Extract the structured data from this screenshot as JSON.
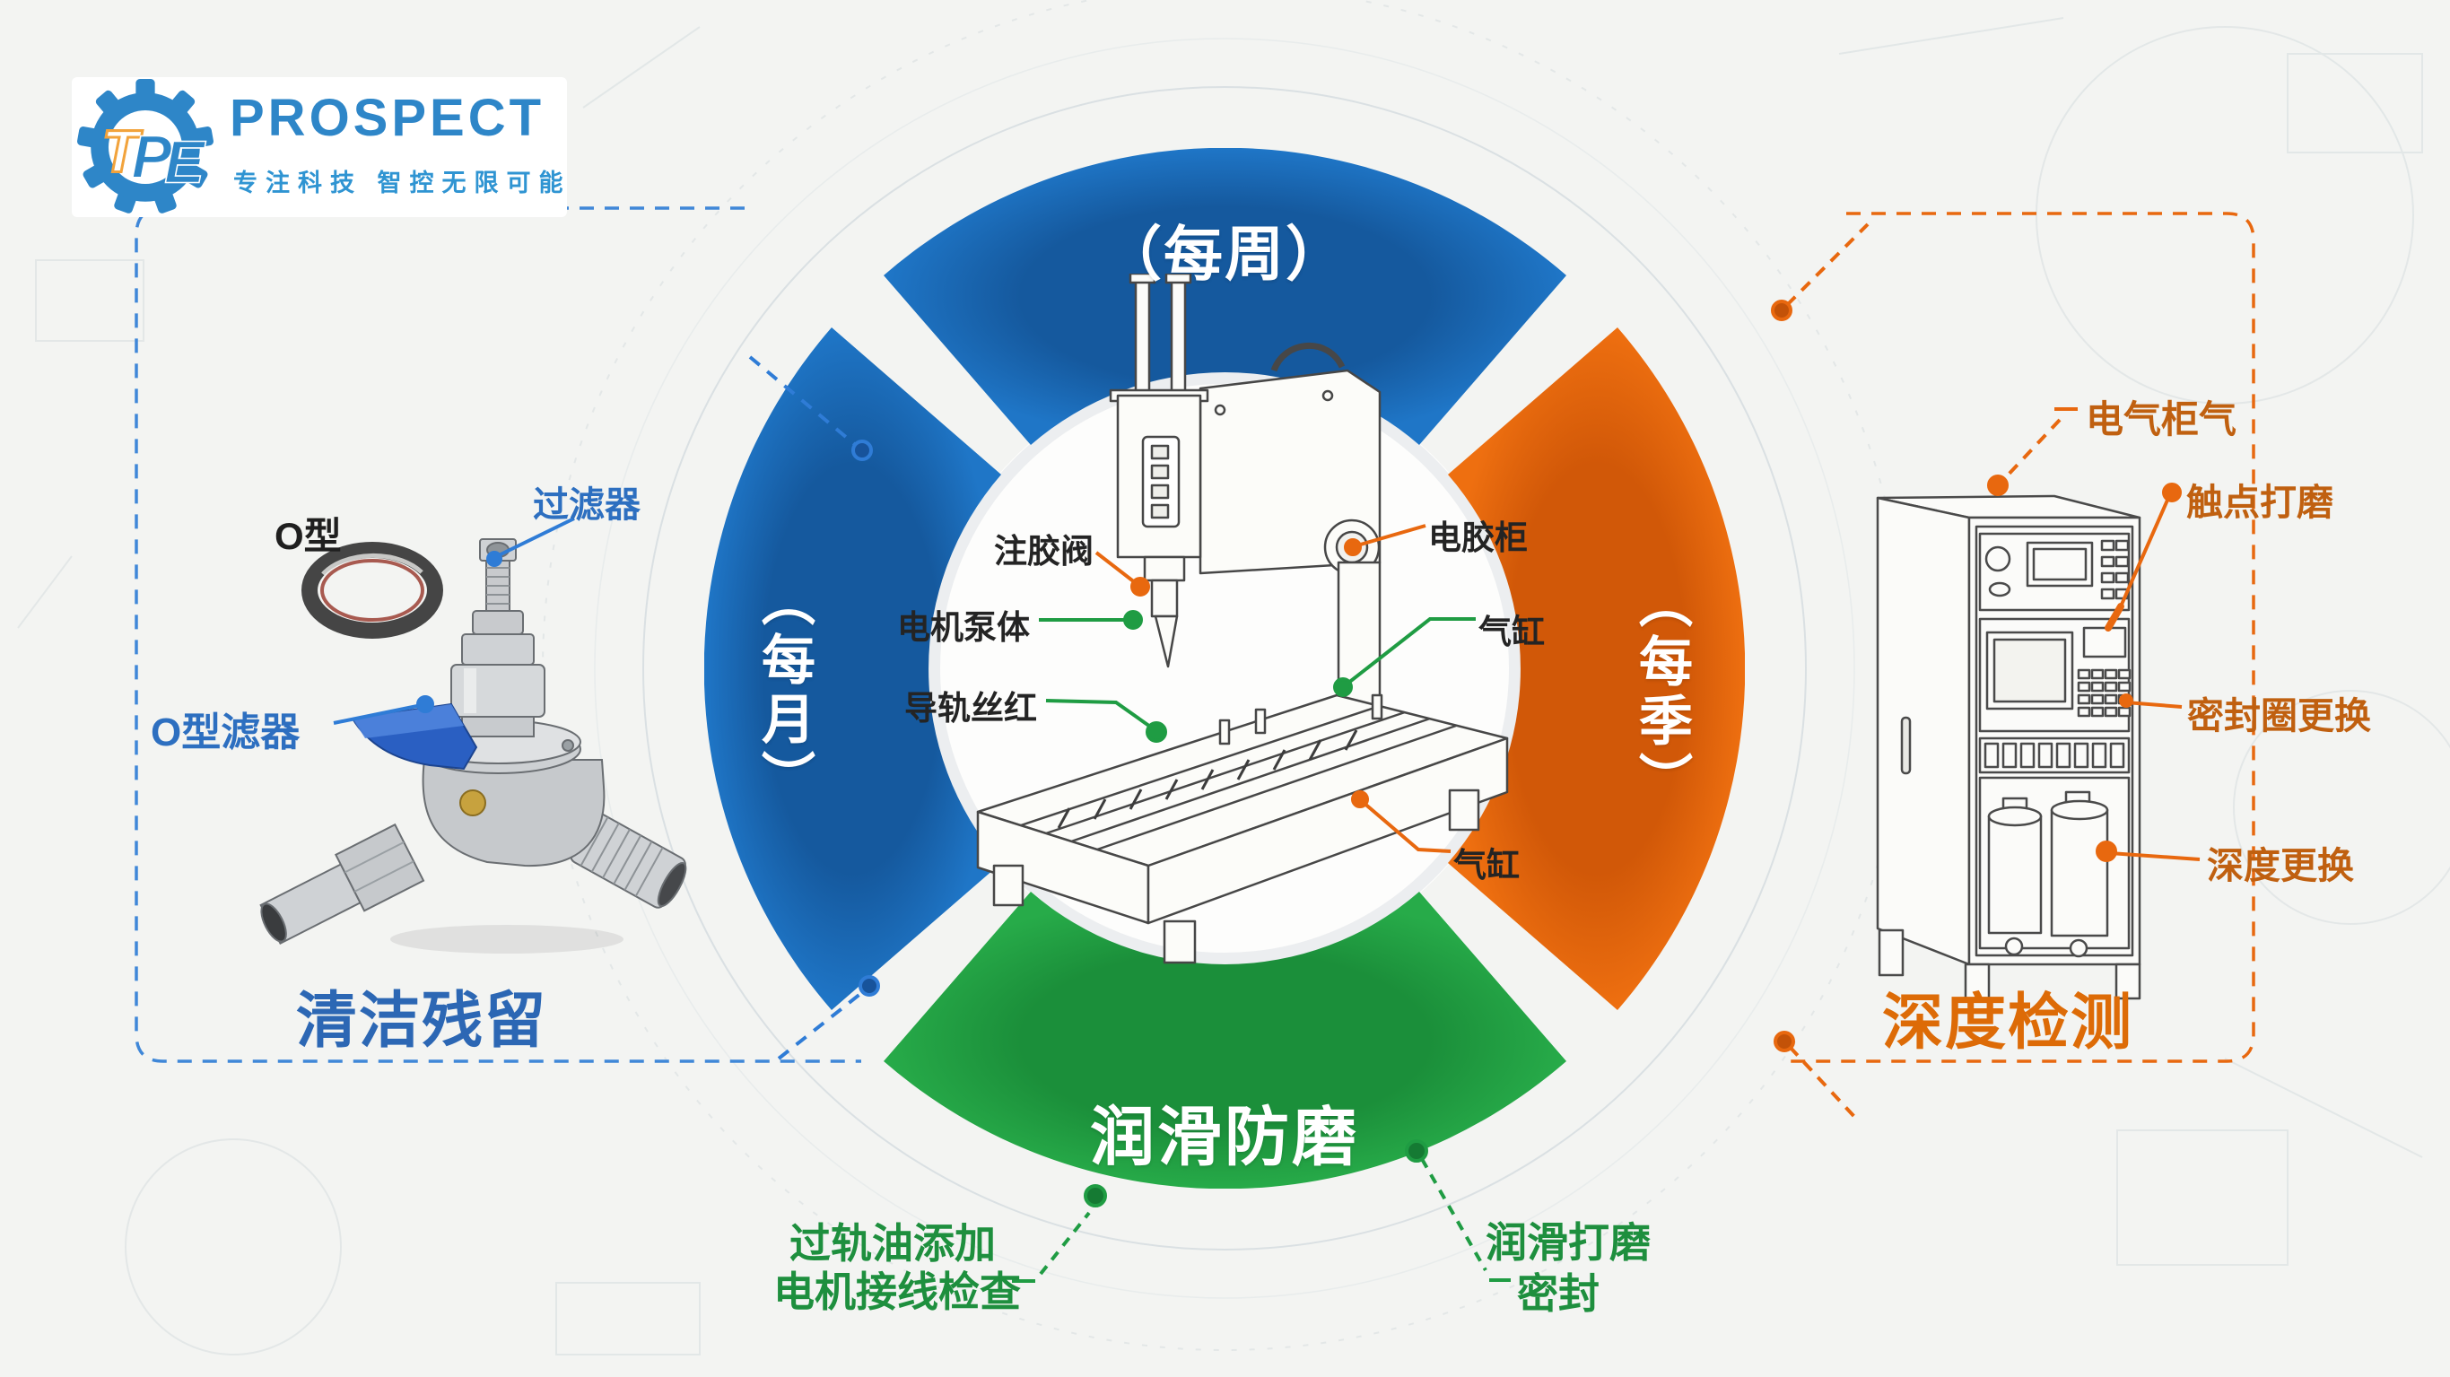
{
  "brand": {
    "name": "PROSPECT",
    "tagline": "专注科技 智控无限可能",
    "monogram": {
      "t": "T",
      "p": "P",
      "e": "E"
    }
  },
  "ring": {
    "top_label": "（每周）",
    "left_label": "（每月）",
    "right_label": "（每季）",
    "bottom_label": "润滑防磨"
  },
  "machine_callouts": {
    "left": [
      {
        "text": "注胶阀"
      },
      {
        "text": "电机泵体"
      },
      {
        "text": "导轨丝红"
      }
    ],
    "right": [
      {
        "text": "电胶柜"
      },
      {
        "text": "气缸"
      },
      {
        "text": "气缸"
      }
    ]
  },
  "left_panel": {
    "oring_label": "O型",
    "filter_label": "过滤器",
    "oring_filter_label": "O型滤器",
    "title": "清洁残留"
  },
  "right_panel": {
    "labels": [
      {
        "text": "电气柜气"
      },
      {
        "text": "触点打磨"
      },
      {
        "text": "密封圈更换"
      },
      {
        "text": "深度更换"
      }
    ],
    "title": "深度检测"
  },
  "bottom_notes": {
    "left": [
      {
        "text": "过轨油添加"
      },
      {
        "text": "电机接线检查"
      }
    ],
    "right": [
      {
        "text": "润滑打磨"
      },
      {
        "text": "密封"
      }
    ]
  },
  "colors": {
    "ring_blue": "#1e6fc0",
    "ring_orange": "#e8680f",
    "ring_green": "#23a347",
    "label_blue": "#2d6fc0",
    "label_orange": "#c06010",
    "label_green": "#1e8f3e",
    "title_blue": "#2c67b4",
    "title_orange": "#dd6b07",
    "brand_blue": "#2e86c8"
  }
}
